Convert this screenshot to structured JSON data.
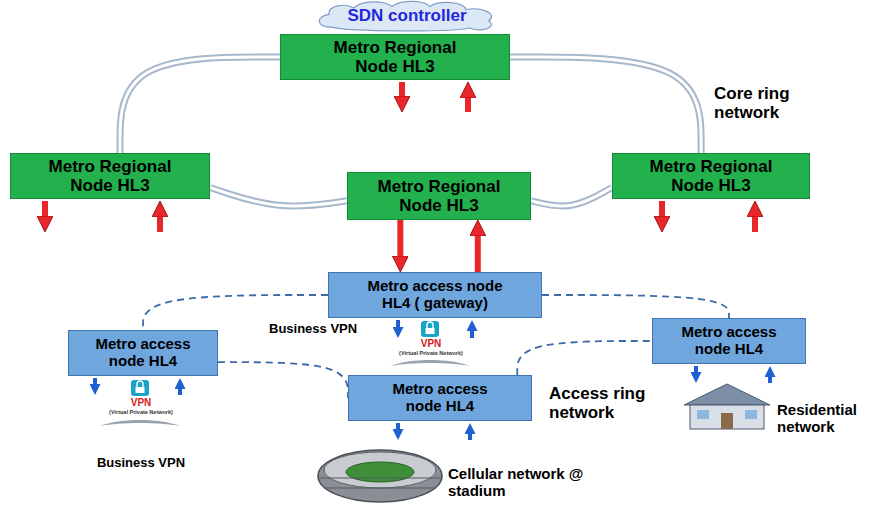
{
  "diagram": {
    "nodes": [
      {
        "text": [
          "SDN controller"
        ]
      },
      {
        "text": [
          "Metro Regional Node HL3"
        ]
      },
      {
        "text": [
          "Metro Regional Node HL3"
        ]
      },
      {
        "text": [
          "Metro Regional Node HL3"
        ]
      },
      {
        "text": [
          "Metro Regional Node HL3"
        ]
      },
      {
        "text": [
          "Metro access node HL4 ( gateway)"
        ]
      },
      {
        "text": [
          "Metro access node HL4"
        ]
      },
      {
        "text": [
          "Metro access node HL4"
        ]
      },
      {
        "text": [
          "Metro access node HL4"
        ]
      }
    ],
    "edges": [
      {
        "from": 1,
        "to": 2,
        "arrow": "none"
      },
      {
        "from": 1,
        "to": 3,
        "arrow": "none"
      },
      {
        "from": 4,
        "to": 2,
        "arrow": "none"
      },
      {
        "from": 4,
        "to": 3,
        "arrow": "none"
      },
      {
        "from": 4,
        "to": 5,
        "arrow": "to"
      },
      {
        "from": 5,
        "to": 4,
        "arrow": "to"
      },
      {
        "from": 5,
        "to": 6,
        "arrow": "none"
      },
      {
        "from": 5,
        "to": 7,
        "arrow": "none"
      },
      {
        "from": 6,
        "to": 8,
        "arrow": "none"
      },
      {
        "from": 8,
        "to": 7,
        "arrow": "none"
      }
    ],
    "labels": [
      "Core ring network",
      "Business VPN",
      "VPN",
      "(Virtual Private Network)",
      "Business VPN",
      "VPN",
      "(Virtual Private Network)",
      "Access ring network",
      "Residential network",
      "Cellular network @ stadium"
    ]
  }
}
